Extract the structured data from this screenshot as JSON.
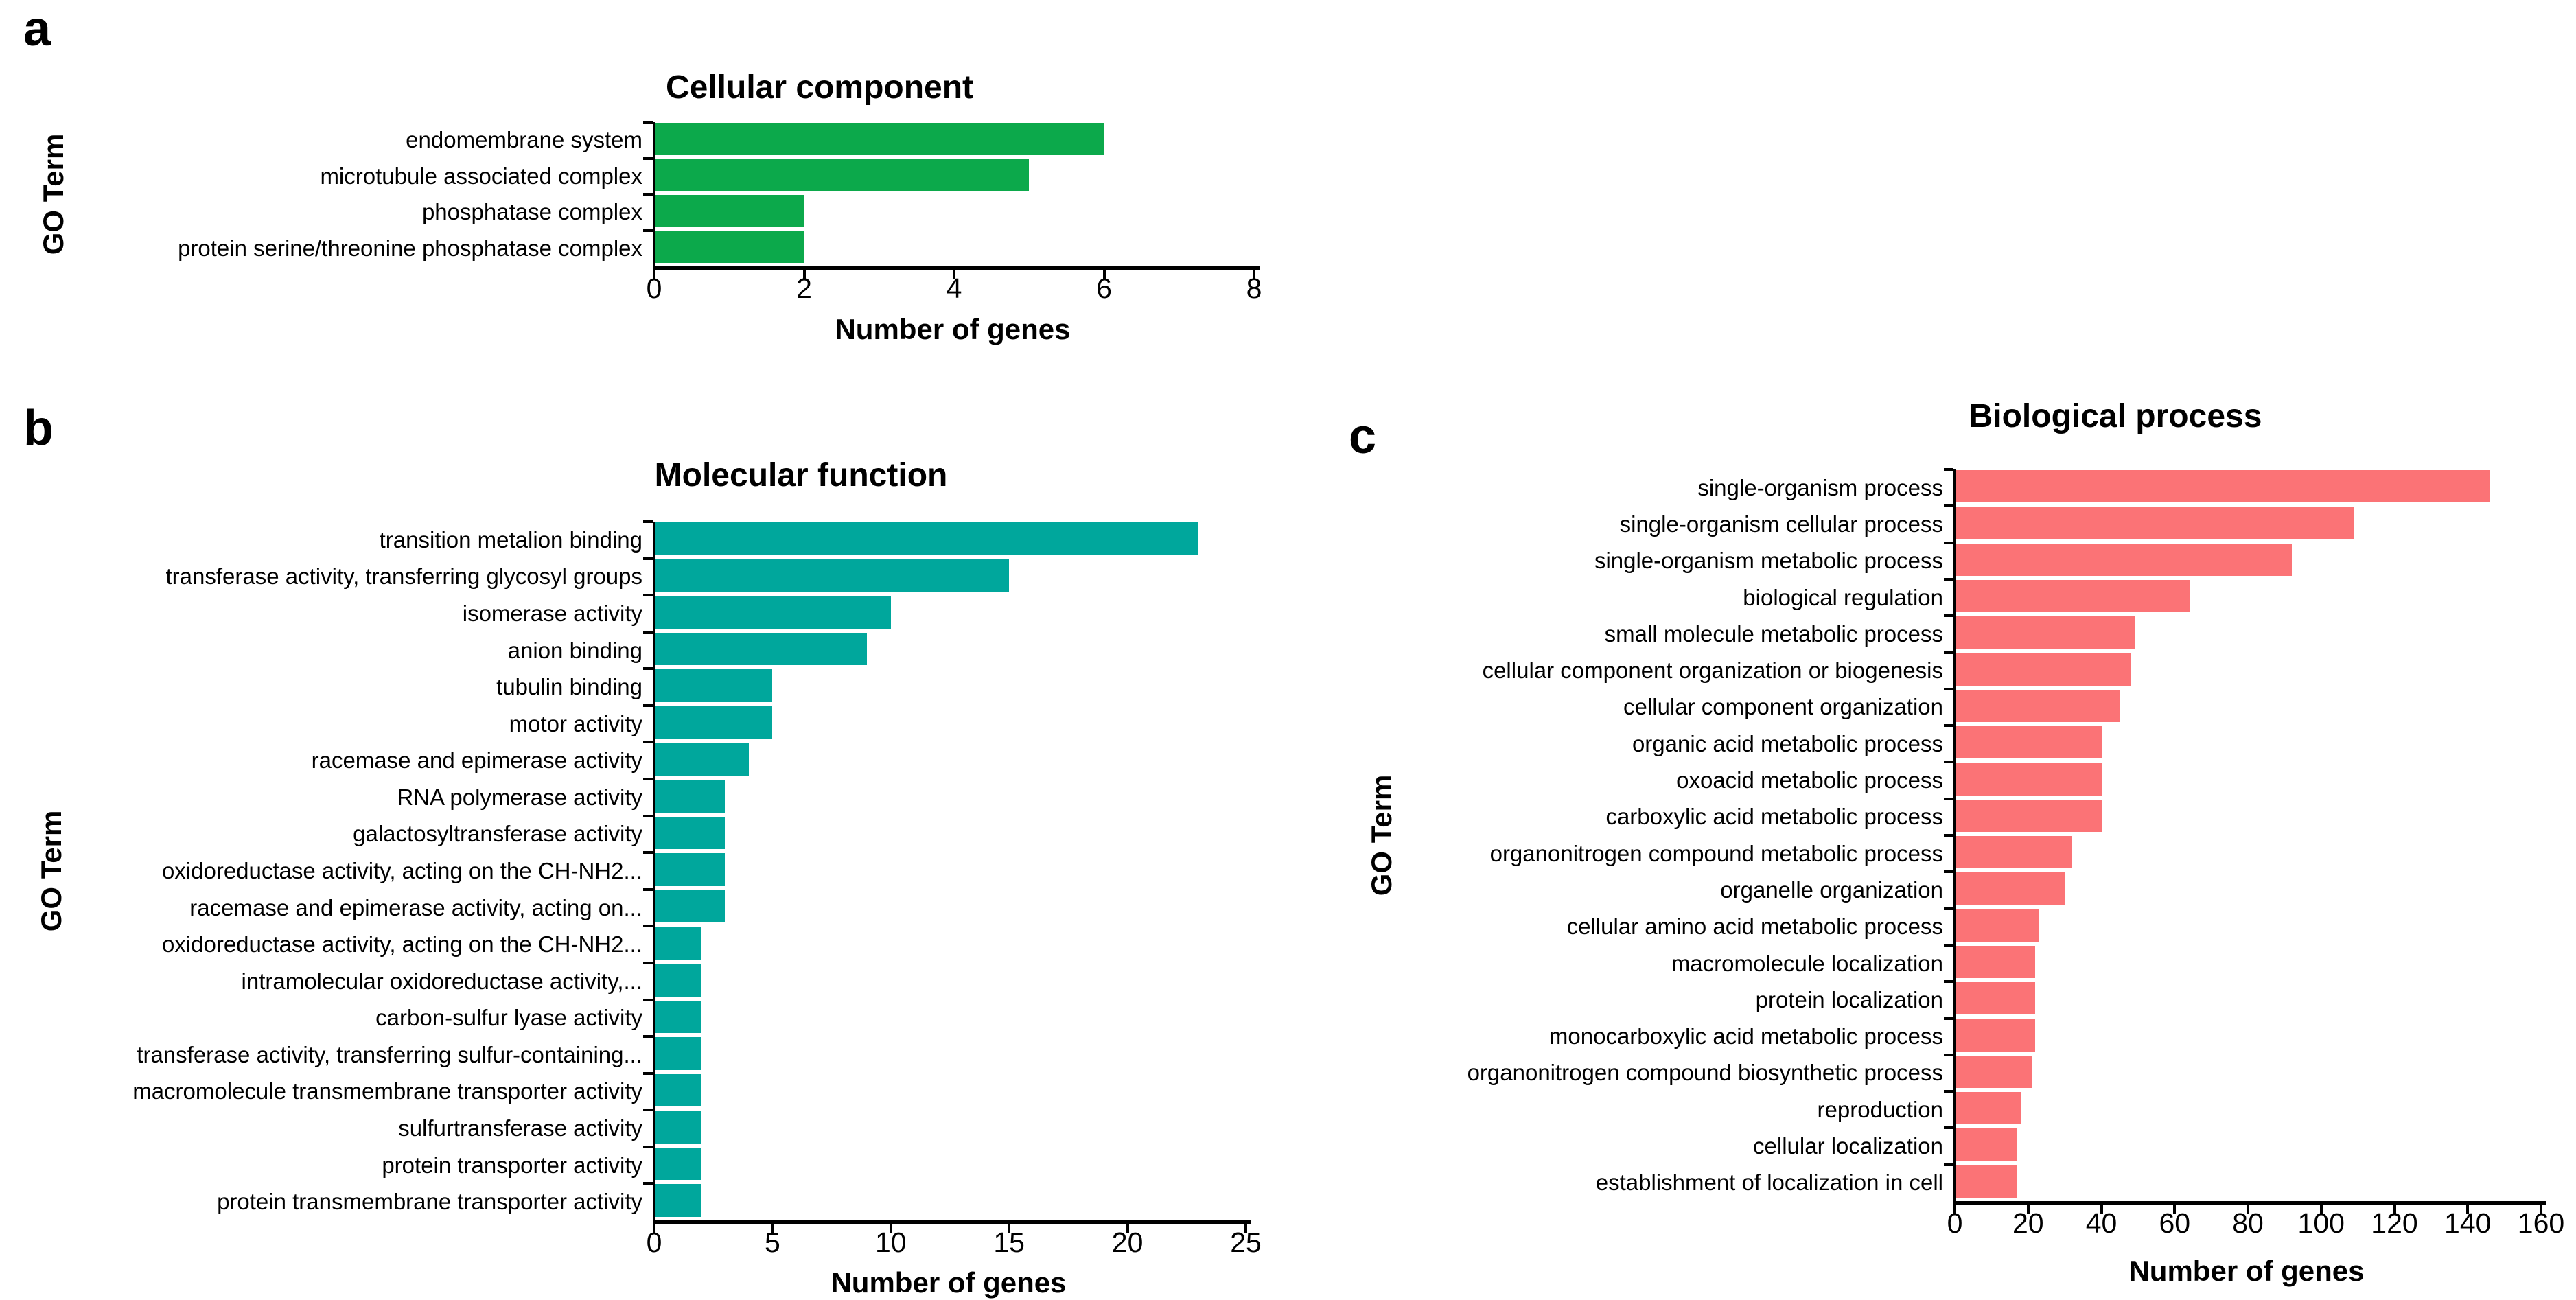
{
  "figure": {
    "background": "#FFFFFF",
    "text_color": "#000000",
    "panels": [
      {
        "letter": "a"
      },
      {
        "letter": "b"
      },
      {
        "letter": "c"
      }
    ]
  },
  "chart_data": [
    {
      "type": "bar",
      "orientation": "horizontal",
      "title": "Cellular component",
      "xlabel": "Number of genes",
      "ylabel": "GO Term",
      "bar_color": "#0CA94B",
      "xlim": [
        0,
        8
      ],
      "xticks": [
        0,
        2,
        4,
        6,
        8
      ],
      "grid": false,
      "legend": false,
      "categories": [
        "endomembrane system",
        "microtubule associated complex",
        "phosphatase complex",
        "protein serine/threonine phosphatase complex"
      ],
      "values": [
        6,
        5,
        2,
        2
      ]
    },
    {
      "type": "bar",
      "orientation": "horizontal",
      "title": "Molecular function",
      "xlabel": "Number of genes",
      "ylabel": "GO Term",
      "bar_color": "#00A79C",
      "xlim": [
        0,
        25
      ],
      "xticks": [
        0,
        5,
        10,
        15,
        20,
        25
      ],
      "grid": false,
      "legend": false,
      "categories": [
        "transition metalion binding",
        "transferase activity, transferring glycosyl groups",
        "isomerase activity",
        "anion binding",
        "tubulin binding",
        "motor activity",
        "racemase and epimerase activity",
        "RNA polymerase activity",
        "galactosyltransferase activity",
        "oxidoreductase activity, acting on the CH-NH2...",
        "racemase and epimerase activity, acting on...",
        "oxidoreductase activity, acting on the CH-NH2...",
        "intramolecular oxidoreductase activity,...",
        "carbon-sulfur lyase activity",
        "transferase activity, transferring sulfur-containing...",
        "macromolecule transmembrane transporter activity",
        "sulfurtransferase activity",
        "protein transporter activity",
        "protein transmembrane transporter activity"
      ],
      "values": [
        23,
        15,
        10,
        9,
        5,
        5,
        4,
        3,
        3,
        3,
        3,
        2,
        2,
        2,
        2,
        2,
        2,
        2,
        2
      ]
    },
    {
      "type": "bar",
      "orientation": "horizontal",
      "title": "Biological process",
      "xlabel": "Number of genes",
      "ylabel": "GO Term",
      "bar_color": "#FB7376",
      "xlim": [
        0,
        160
      ],
      "xticks": [
        0,
        20,
        40,
        60,
        80,
        100,
        120,
        140,
        160
      ],
      "grid": false,
      "legend": false,
      "categories": [
        "single-organism process",
        "single-organism cellular process",
        "single-organism metabolic process",
        "biological regulation",
        "small molecule metabolic process",
        "cellular component organization or biogenesis",
        "cellular component organization",
        "organic acid metabolic process",
        "oxoacid metabolic process",
        "carboxylic acid metabolic process",
        "organonitrogen compound metabolic process",
        "organelle organization",
        "cellular amino acid metabolic process",
        "macromolecule localization",
        "protein localization",
        "monocarboxylic acid metabolic process",
        "organonitrogen compound biosynthetic process",
        "reproduction",
        "cellular localization",
        "establishment of localization in cell"
      ],
      "values": [
        146,
        109,
        92,
        64,
        49,
        48,
        45,
        40,
        40,
        40,
        32,
        30,
        23,
        22,
        22,
        22,
        21,
        18,
        17,
        17
      ]
    }
  ]
}
